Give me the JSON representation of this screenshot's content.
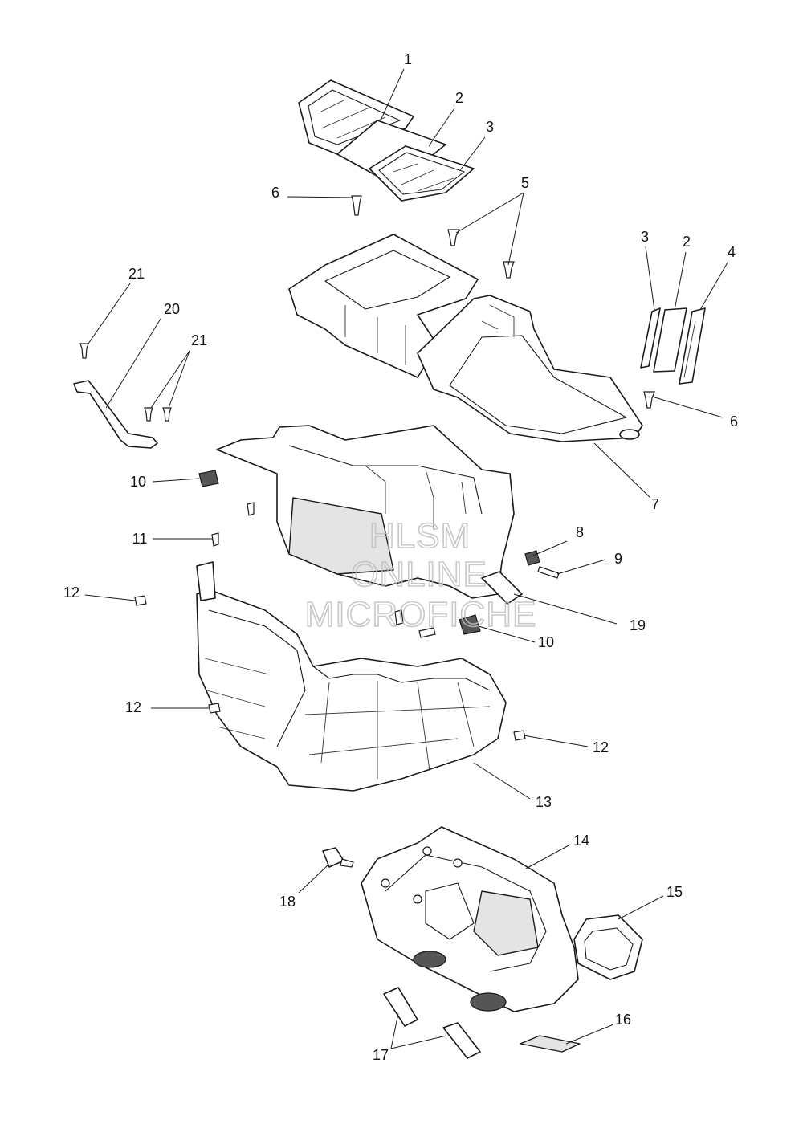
{
  "watermark": {
    "line1": "HLSM",
    "line2": "ONLINE",
    "line3": "MICROFICHE"
  },
  "callouts": {
    "c1": "1",
    "c2a": "2",
    "c3a": "3",
    "c5": "5",
    "c6a": "6",
    "c3b": "3",
    "c2b": "2",
    "c4": "4",
    "c6b": "6",
    "c7": "7",
    "c21a": "21",
    "c20": "20",
    "c21b": "21",
    "c10a": "10",
    "c11": "11",
    "c8": "8",
    "c9": "9",
    "c12a": "12",
    "c19": "19",
    "c10b": "10",
    "c12b": "12",
    "c12c": "12",
    "c13": "13",
    "c14": "14",
    "c15": "15",
    "c18": "18",
    "c16": "16",
    "c17": "17"
  }
}
